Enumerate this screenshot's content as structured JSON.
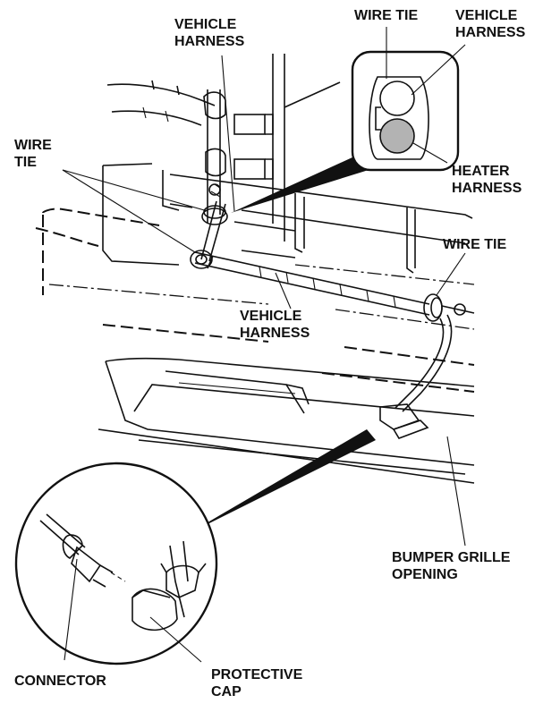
{
  "labels": {
    "vehicle_harness_top": [
      "VEHICLE",
      "HARNESS"
    ],
    "wire_tie_inset": "WIRE TIE",
    "vehicle_harness_inset": [
      "VEHICLE",
      "HARNESS"
    ],
    "wire_tie_left": [
      "WIRE",
      "TIE"
    ],
    "heater_harness": [
      "HEATER",
      "HARNESS"
    ],
    "wire_tie_right": "WIRE TIE",
    "vehicle_harness_mid": [
      "VEHICLE",
      "HARNESS"
    ],
    "bumper_grille_opening": [
      "BUMPER GRILLE",
      "OPENING"
    ],
    "connector": "CONNECTOR",
    "protective_cap": [
      "PROTECTIVE",
      "CAP"
    ]
  },
  "colors": {
    "line": "#111111",
    "heater_harness_fill": "#b3b3b3",
    "background": "#ffffff"
  }
}
